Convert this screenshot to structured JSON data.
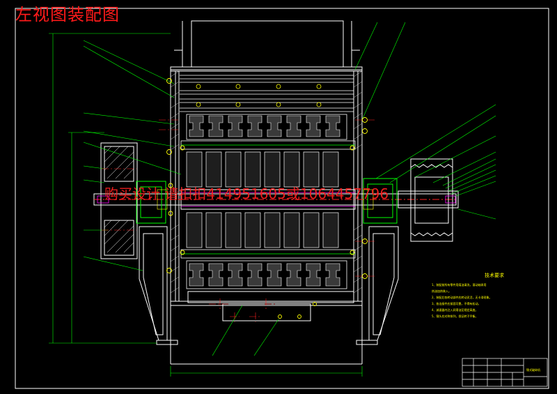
{
  "title": "左视图装配图",
  "watermark": "购买设计 请扣扣414951605或1064457796",
  "colors": {
    "background": "#000000",
    "frame": "#ffffff",
    "outline": "#ffffff",
    "detail": "#00ff00",
    "leader": "#00ff00",
    "center_line": "#ff2020",
    "hatch": "#ffffff",
    "bolt": "#ffff00",
    "hardware": "#ff00ff",
    "pulley": "#ffffff",
    "title_color": "#ff1a1a"
  },
  "tech_notes": {
    "heading": "技术要求",
    "lines": [
      "1、装配前所有零件用煤油清洗，滚动轴承用",
      "   热油加热装入。",
      "2、装配后各转动部件应转动灵活，无卡滞现象。",
      "3、各连接件应紧固可靠，不得有松动。",
      "4、减速器内注入润滑油至规定高度。",
      "5、锤头应对称排列，保证转子平衡。"
    ]
  },
  "title_block": {
    "label": "锤式破碎机"
  }
}
